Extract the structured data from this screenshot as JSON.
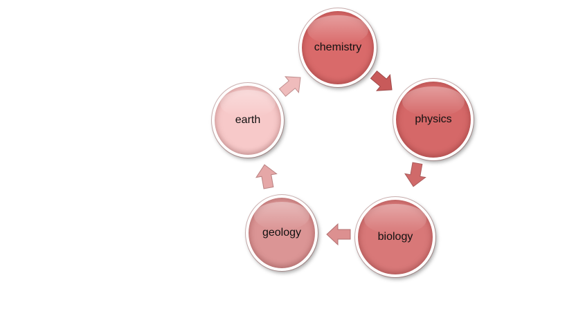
{
  "diagram": {
    "nodes": [
      {
        "id": "chemistry",
        "label": "chemistry",
        "color": "#d96a6a"
      },
      {
        "id": "physics",
        "label": "physics",
        "color": "#d56868"
      },
      {
        "id": "biology",
        "label": "biology",
        "color": "#d87878"
      },
      {
        "id": "geology",
        "label": "geology",
        "color": "#db9595"
      },
      {
        "id": "earth",
        "label": "earth",
        "color": "#f7c9c9"
      }
    ],
    "arrows": [
      {
        "from": "chemistry",
        "to": "physics",
        "color": "#c85a5a"
      },
      {
        "from": "physics",
        "to": "biology",
        "color": "#d06a6a"
      },
      {
        "from": "biology",
        "to": "geology",
        "color": "#dc9090"
      },
      {
        "from": "geology",
        "to": "earth",
        "color": "#e5a7a7"
      },
      {
        "from": "earth",
        "to": "chemistry",
        "color": "#efbcbc"
      }
    ]
  }
}
